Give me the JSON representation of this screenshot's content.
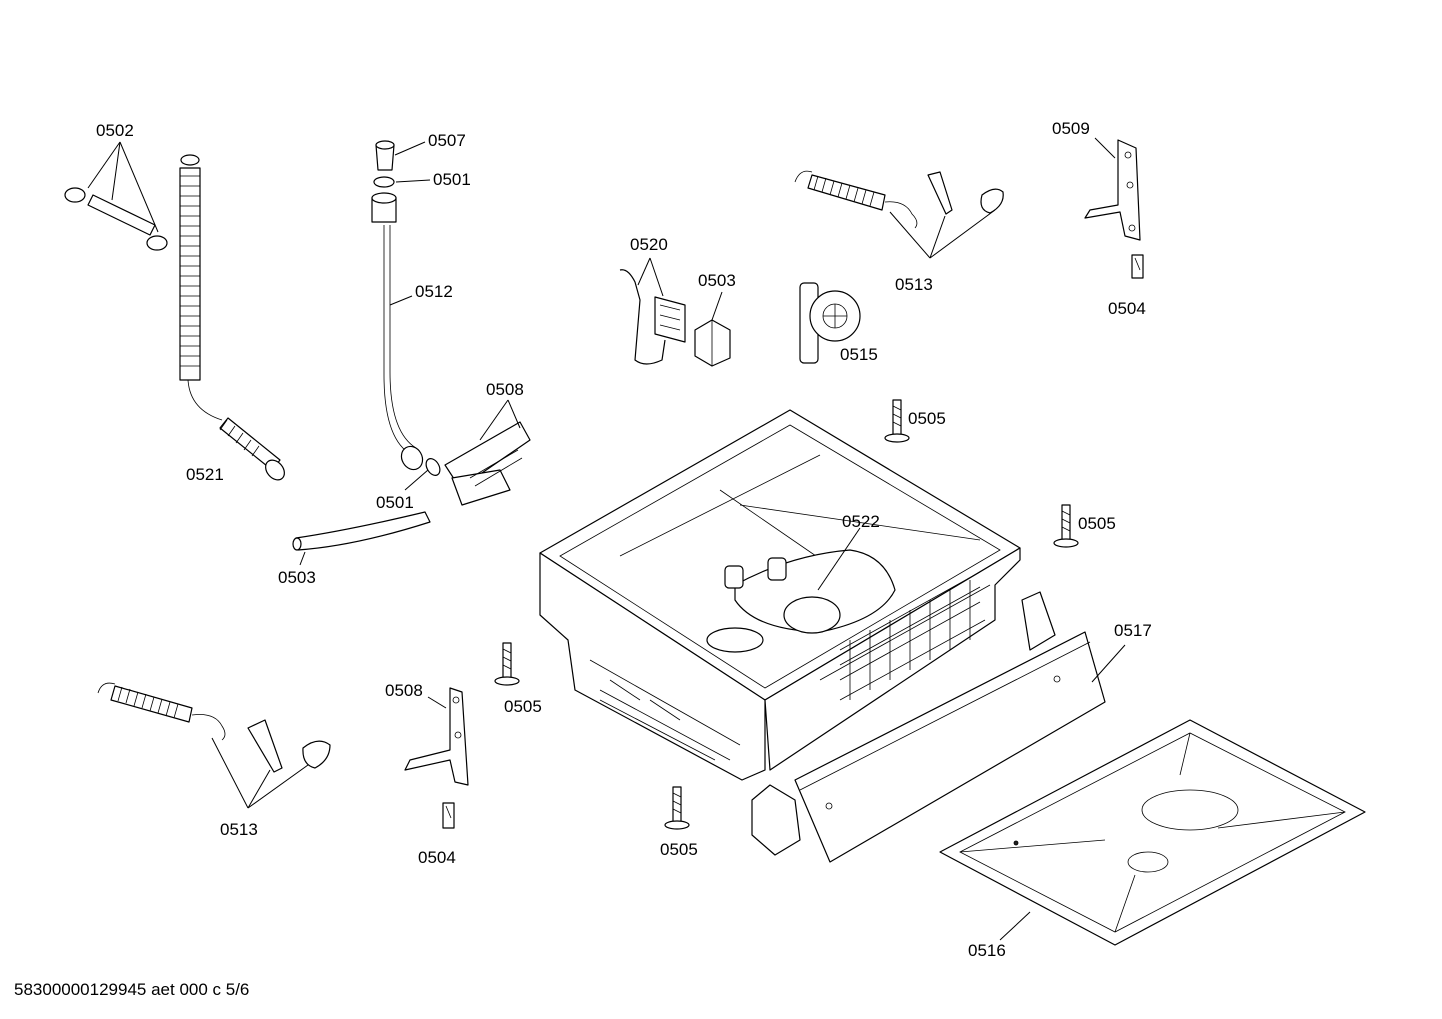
{
  "labels": {
    "l0502": "0502",
    "l0507": "0507",
    "l0501a": "0501",
    "l0512": "0512",
    "l0508a": "0508",
    "l0501b": "0501",
    "l0521": "0521",
    "l0503a": "0503",
    "l0520": "0520",
    "l0503b": "0503",
    "l0515": "0515",
    "l0513a": "0513",
    "l0509": "0509",
    "l0504a": "0504",
    "l0505a": "0505",
    "l0505b": "0505",
    "l0522": "0522",
    "l0517": "0517",
    "l0505c": "0505",
    "l0508b": "0508",
    "l0513b": "0513",
    "l0504b": "0504",
    "l0505d": "0505",
    "l0516": "0516"
  },
  "footer": "58300000129945 aet 000 c 5/6"
}
